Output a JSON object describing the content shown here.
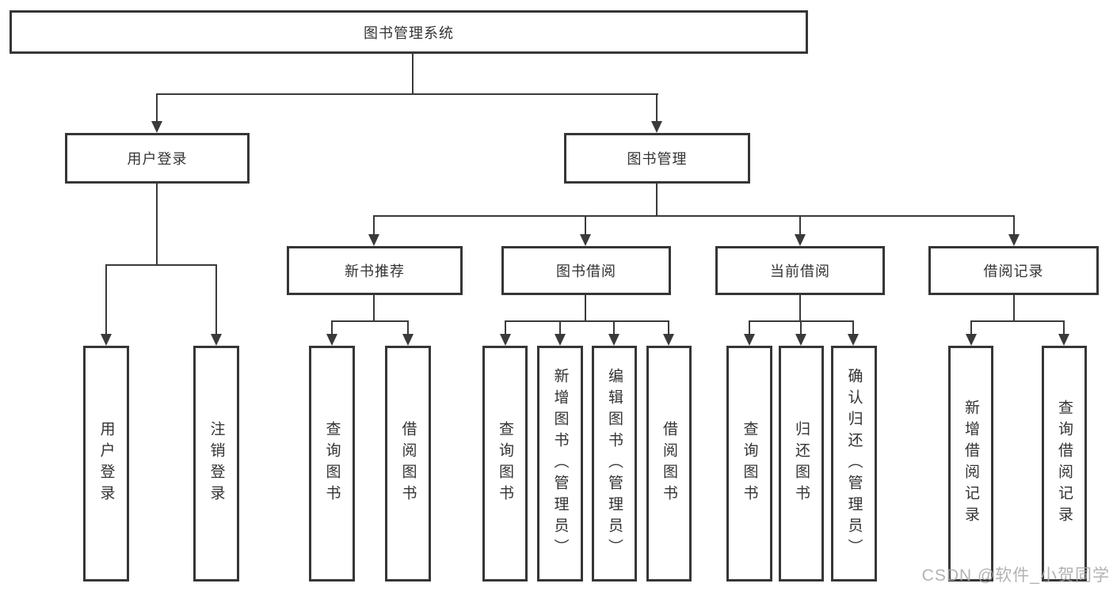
{
  "colors": {
    "background": "#ffffff",
    "box_border": "#363636",
    "connector_line": "#3a3a3a",
    "text": "#333333",
    "watermark_text": "#a6a6a6"
  },
  "nodes": {
    "root": "图书管理系统",
    "user_login": "用户登录",
    "book_management": "图书管理",
    "new_book_recommend": "新书推荐",
    "book_borrow": "图书借阅",
    "current_borrow": "当前借阅",
    "borrow_records": "借阅记录",
    "leaf_user_login": "用户登录",
    "leaf_logout_login": "注销登录",
    "leaf_query_book_recommend": "查询图书",
    "leaf_borrow_book_recommend": "借阅图书",
    "leaf_query_book_borrow": "查询图书",
    "leaf_add_book_admin": "新增图书（管理员）",
    "leaf_edit_book_admin": "编辑图书（管理员）",
    "leaf_borrow_book_borrow": "借阅图书",
    "leaf_query_book_current": "查询图书",
    "leaf_return_book": "归还图书",
    "leaf_confirm_return_admin": "确认归还（管理员）",
    "leaf_add_borrow_record": "新增借阅记录",
    "leaf_query_borrow_record": "查询借阅记录"
  },
  "hierarchy": {
    "图书管理系统": {
      "用户登录": [
        "用户登录",
        "注销登录"
      ],
      "图书管理": {
        "新书推荐": [
          "查询图书",
          "借阅图书"
        ],
        "图书借阅": [
          "查询图书",
          "新增图书（管理员）",
          "编辑图书（管理员）",
          "借阅图书"
        ],
        "当前借阅": [
          "查询图书",
          "归还图书",
          "确认归还（管理员）"
        ],
        "借阅记录": [
          "新增借阅记录",
          "查询借阅记录"
        ]
      }
    }
  },
  "watermark": "CSDN @软件_小贺同学"
}
